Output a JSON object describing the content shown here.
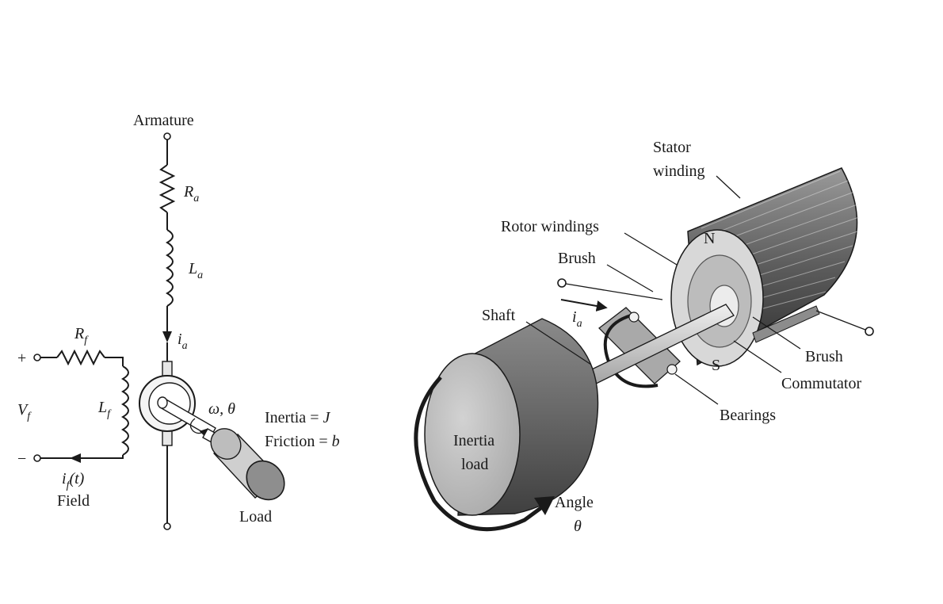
{
  "circuit": {
    "armature": "Armature",
    "Ra": {
      "main": "R",
      "sub": "a"
    },
    "La": {
      "main": "L",
      "sub": "a"
    },
    "ia": {
      "main": "i",
      "sub": "a"
    },
    "Rf": {
      "main": "R",
      "sub": "f"
    },
    "Lf": {
      "main": "L",
      "sub": "f"
    },
    "Vf": {
      "main": "V",
      "sub": "f"
    },
    "plus": "+",
    "minus": "−",
    "if_main": "i",
    "if_sub": "f",
    "if_arg": "(t)",
    "field": "Field",
    "omega_theta": "ω, θ",
    "inertia_prefix": "Inertia = ",
    "inertia_var": "J",
    "friction_prefix": "Friction = ",
    "friction_var": "b",
    "load": "Load"
  },
  "motor": {
    "stator_line1": "Stator",
    "stator_line2": "winding",
    "rotor_windings": "Rotor windings",
    "brush_top": "Brush",
    "brush_right": "Brush",
    "shaft": "Shaft",
    "ia": {
      "main": "i",
      "sub": "a"
    },
    "commutator": "Commutator",
    "bearings": "Bearings",
    "pole_n": "N",
    "pole_s": "S",
    "inertia_line1": "Inertia",
    "inertia_line2": "load",
    "angle": "Angle",
    "theta": "θ"
  },
  "colors": {
    "ink": "#1a1a1a",
    "body_dark": "#6f6f6f",
    "body_mid": "#a8a8a8",
    "body_light": "#d9d9d9",
    "face": "#c4c4c4"
  }
}
